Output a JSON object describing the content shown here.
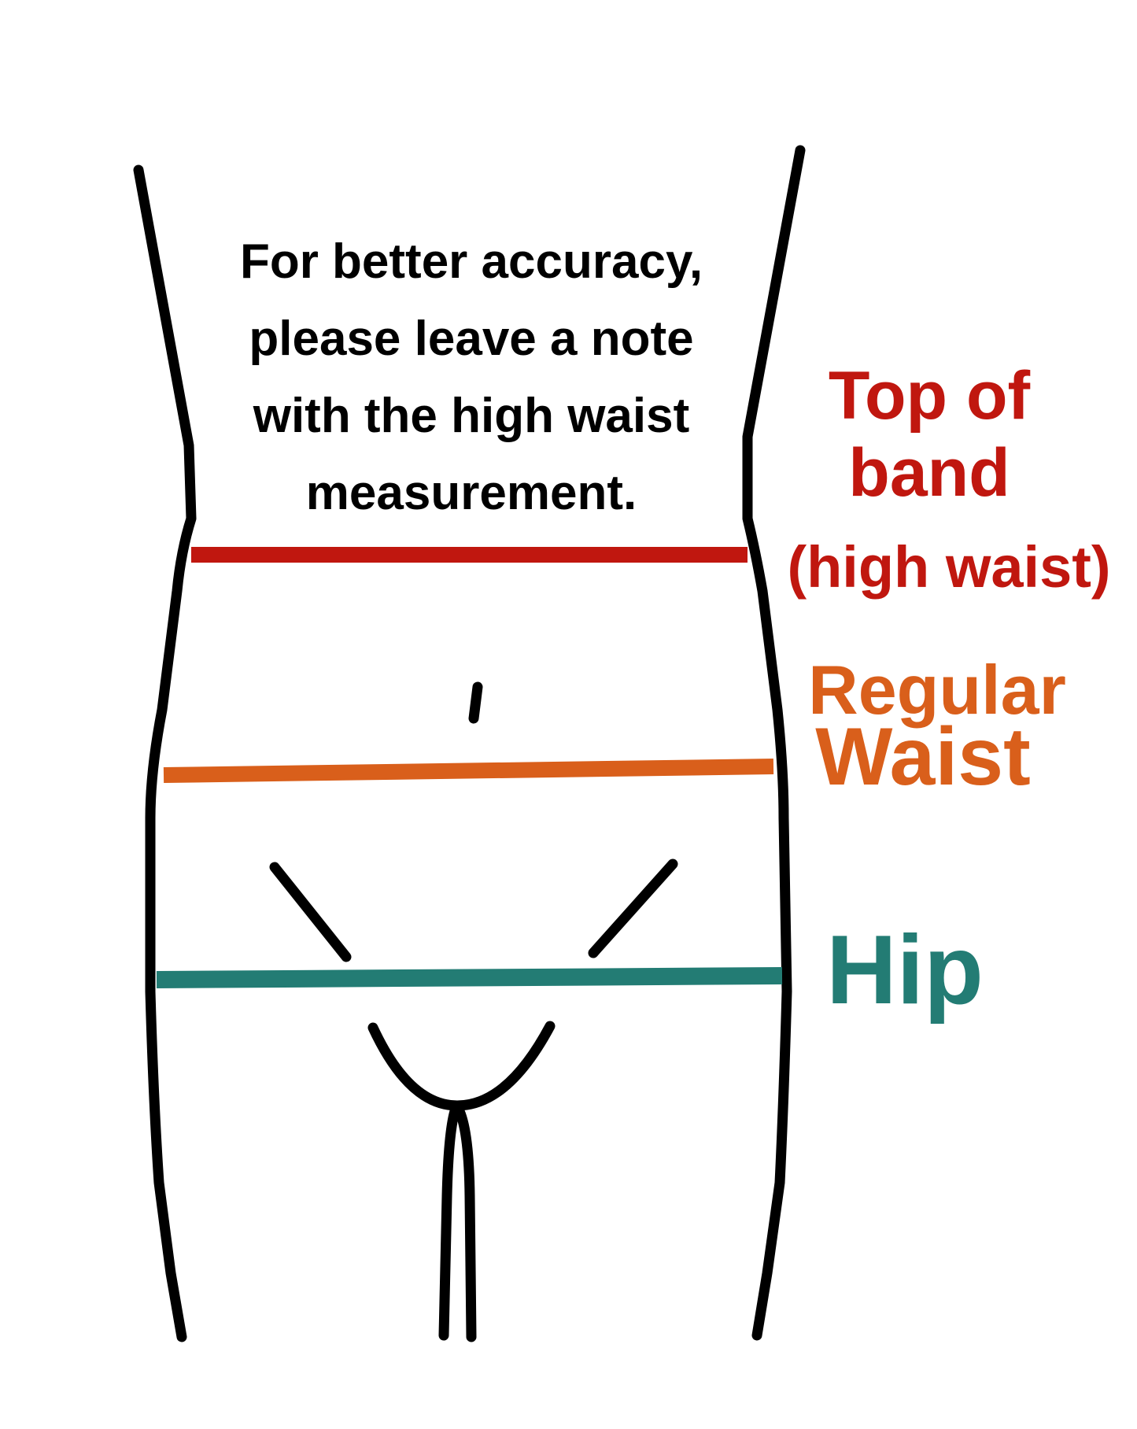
{
  "note": {
    "lines": [
      "For better accuracy,",
      "please leave a note",
      "with the high waist",
      "measurement."
    ]
  },
  "labels": {
    "high_waist": {
      "lines": [
        "Top of",
        "band",
        "(high waist)"
      ],
      "color": "#c0170f"
    },
    "regular_waist": {
      "lines": [
        "Regular",
        "Waist"
      ],
      "color": "#d95f1b"
    },
    "hip": {
      "lines": [
        "Hip"
      ],
      "color": "#237c74"
    }
  },
  "colors": {
    "outline": "#000000",
    "background": "#ffffff"
  }
}
